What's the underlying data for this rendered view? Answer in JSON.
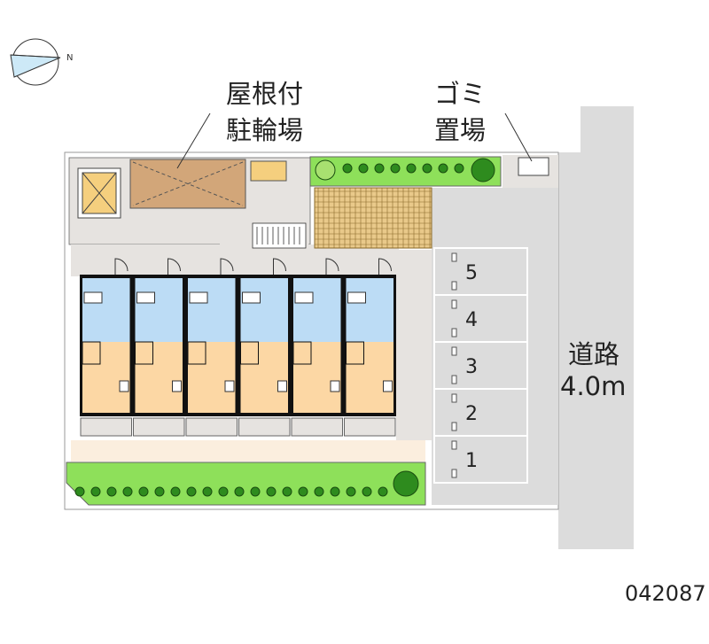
{
  "compass": {
    "north_label": "N"
  },
  "labels": {
    "bike_parking_line1": "屋根付",
    "bike_parking_line2": "駐輪場",
    "garbage_line1": "ゴミ",
    "garbage_line2": "置場",
    "road_line1": "道路",
    "road_line2": "4.0m"
  },
  "parking_spots": [
    "5",
    "4",
    "3",
    "2",
    "1"
  ],
  "unit_count": 6,
  "property_code": "042087",
  "colors": {
    "site": "#e6e3e0",
    "road": "#dcdcdc",
    "greenery": "#8ee05a",
    "tree": "#2e8b1e",
    "bike_shelter": "#d2a679",
    "unit_wet": "#bcdcf5",
    "unit_room": "#fcd7a4",
    "tile": "#c9a75a",
    "path": "#fbeede"
  }
}
